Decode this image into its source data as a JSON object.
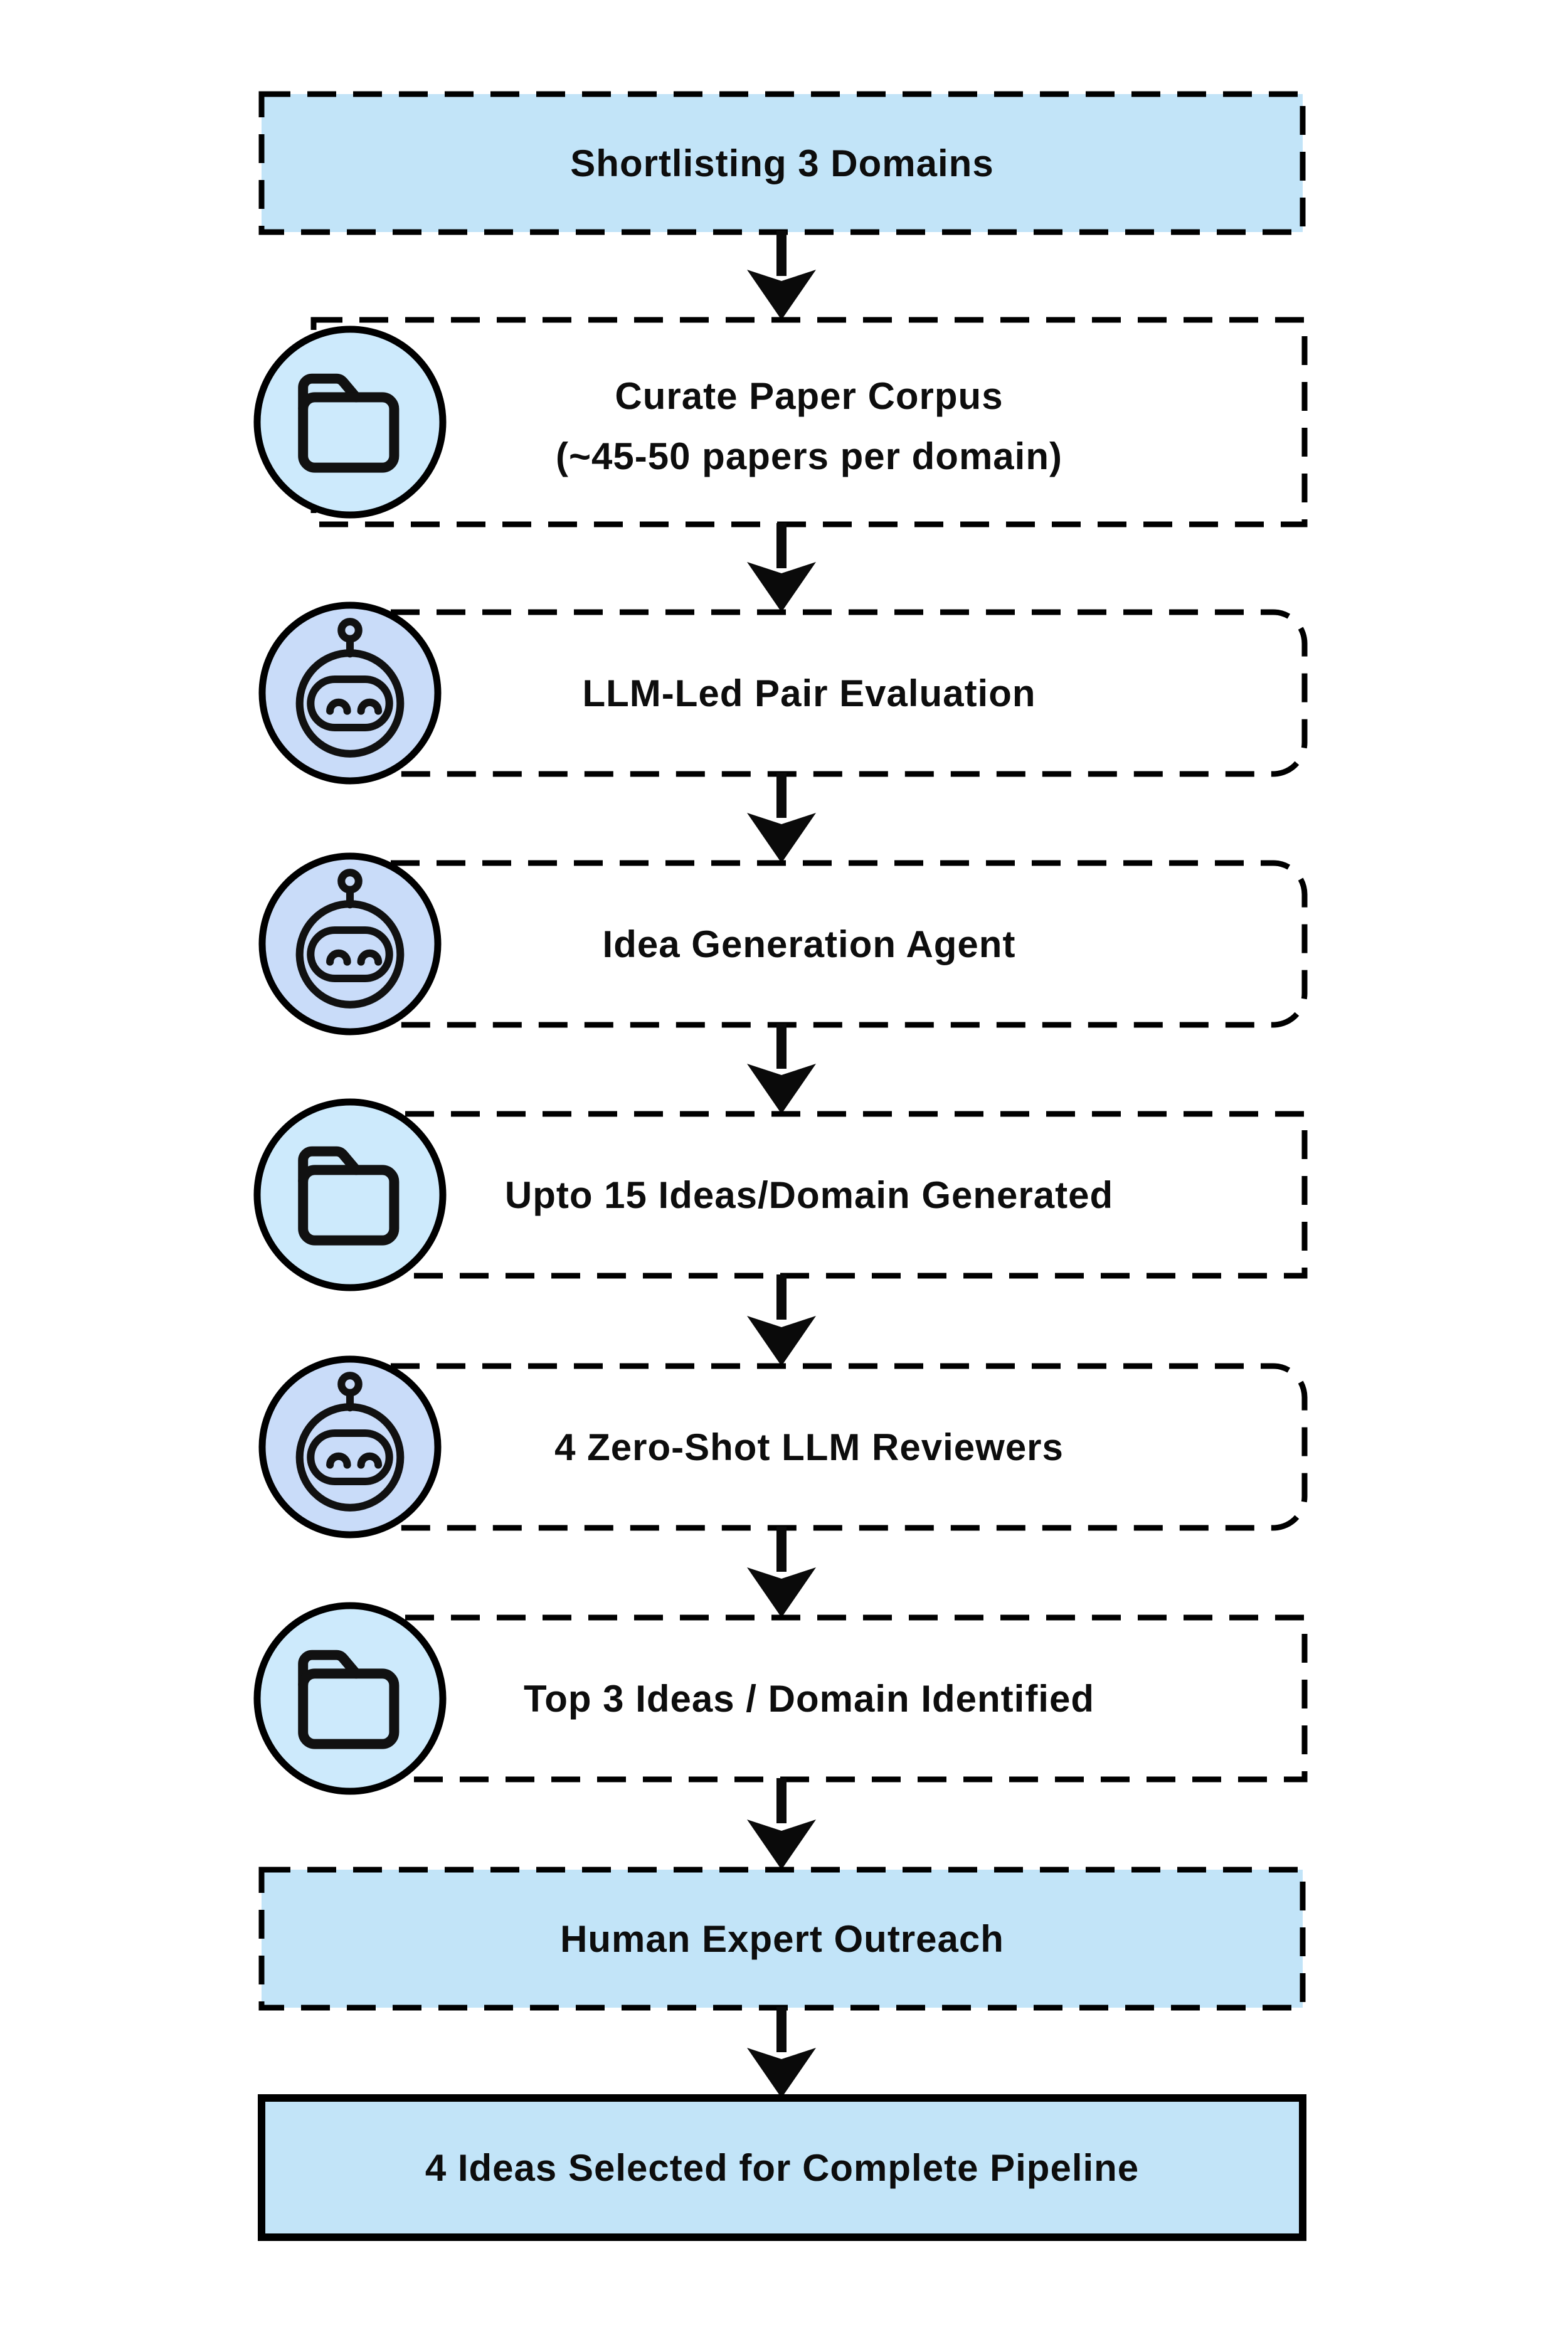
{
  "diagram": {
    "colors": {
      "highlight_fill": "#c2e4f8",
      "icon_box_fill": "#ffffff",
      "folder_badge_fill": "#cdeafc",
      "robot_badge_fill": "#c9dcf9"
    },
    "nodes": [
      {
        "label": "Shortlisting 3 Domains",
        "style": "highlight-dashed"
      },
      {
        "label": "Curate Paper Corpus",
        "sublabel": "(~45-50 papers per domain)",
        "icon": "folder",
        "style": "icon-dashed-square"
      },
      {
        "label": "LLM-Led Pair Evaluation",
        "icon": "robot",
        "style": "icon-dashed-rounded"
      },
      {
        "label": "Idea Generation Agent",
        "icon": "robot",
        "style": "icon-dashed-rounded"
      },
      {
        "label": "Upto 15 Ideas/Domain Generated",
        "icon": "folder",
        "style": "icon-dashed-square"
      },
      {
        "label": "4 Zero-Shot LLM Reviewers",
        "icon": "robot",
        "style": "icon-dashed-rounded"
      },
      {
        "label": "Top 3 Ideas / Domain Identified",
        "icon": "folder",
        "style": "icon-dashed-square"
      },
      {
        "label": "Human Expert Outreach",
        "style": "highlight-dashed"
      },
      {
        "label": "4 Ideas Selected for Complete Pipeline",
        "style": "highlight-solid"
      }
    ]
  }
}
